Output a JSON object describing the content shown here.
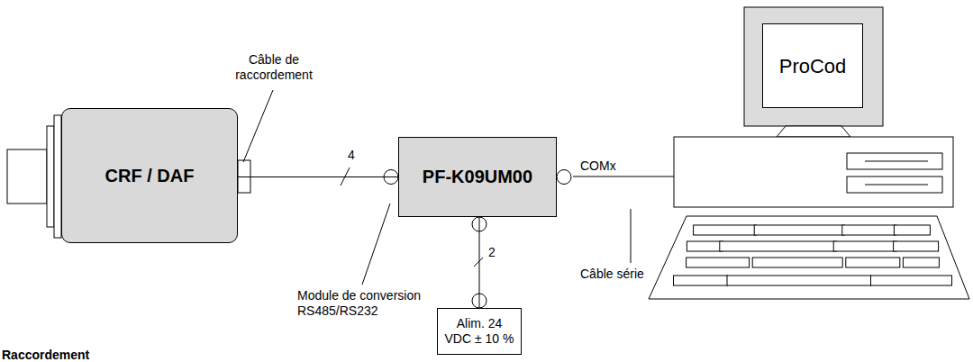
{
  "diagram": {
    "nodes": [
      {
        "text": [
          "CRF / DAF"
        ]
      },
      {
        "text": [
          "PF-K09UM00"
        ]
      },
      {
        "text": [
          "Alim. 24 VDC ± 10 %"
        ]
      },
      {
        "text": [
          "ProCod"
        ]
      }
    ],
    "edges": [
      {
        "from": 0,
        "to": 1,
        "arrow": "none"
      },
      {
        "from": 1,
        "to": 2,
        "arrow": "none"
      }
    ],
    "labels": [
      "Câble de raccordement",
      "4",
      "Module de conversion RS485/RS232",
      "2",
      "COMx",
      "Câble série",
      "Raccordement"
    ]
  }
}
